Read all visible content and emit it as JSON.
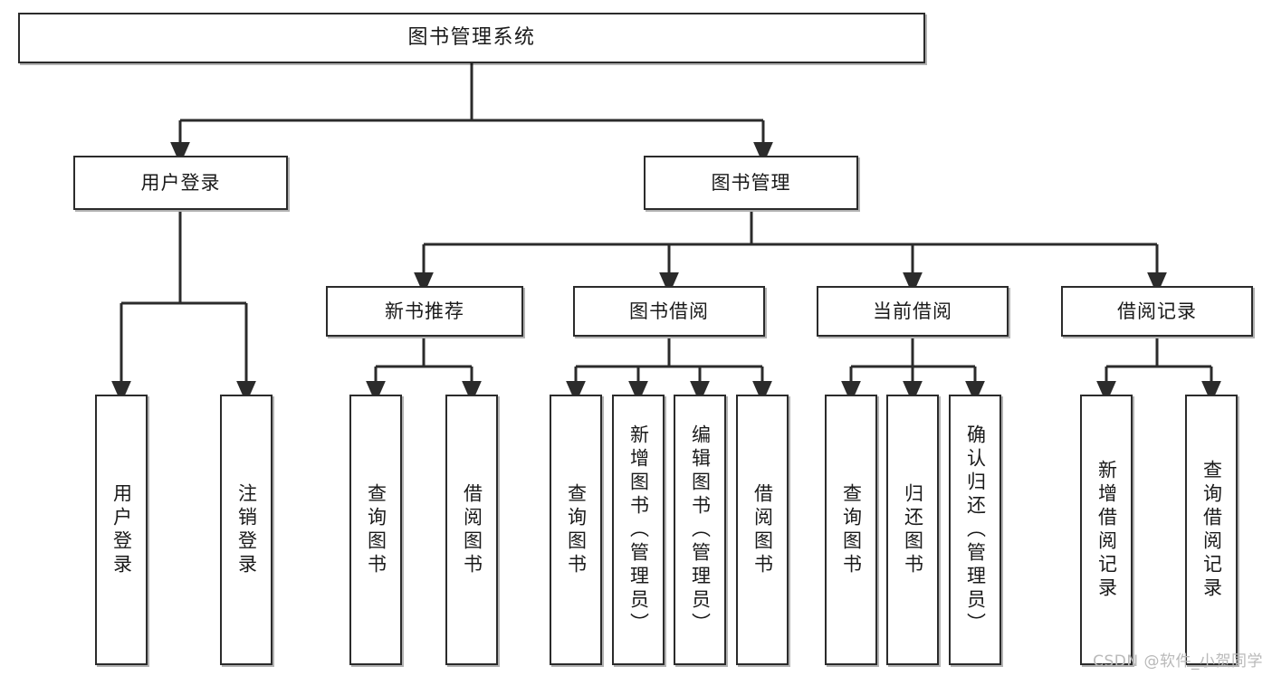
{
  "diagram": {
    "title": "图书管理系统",
    "type": "tree",
    "watermark": "CSDN @软件_小贺同学",
    "colors": {
      "node_border": "#2b2b2b",
      "node_fill": "#ffffff",
      "edge": "#2b2b2b",
      "watermark": "#b9b9b9",
      "background": "#ffffff"
    },
    "nodes": {
      "root": {
        "label": "图书管理系统"
      },
      "level1": [
        {
          "id": "user_login",
          "label": "用户登录"
        },
        {
          "id": "book_manage",
          "label": "图书管理"
        }
      ],
      "level2": [
        {
          "id": "new_book_rec",
          "label": "新书推荐"
        },
        {
          "id": "book_borrow",
          "label": "图书借阅"
        },
        {
          "id": "current_borrow",
          "label": "当前借阅"
        },
        {
          "id": "borrow_record",
          "label": "借阅记录"
        }
      ],
      "leaves": {
        "user_login": [
          {
            "id": "leaf_user_login",
            "label": "用户登录"
          },
          {
            "id": "leaf_logout",
            "label": "注销登录"
          }
        ],
        "new_book_rec": [
          {
            "id": "leaf_query_book_1",
            "label": "查询图书"
          },
          {
            "id": "leaf_borrow_book_1",
            "label": "借阅图书"
          }
        ],
        "book_borrow": [
          {
            "id": "leaf_query_book_2",
            "label": "查询图书"
          },
          {
            "id": "leaf_add_book",
            "label": "新增图书（管理员）"
          },
          {
            "id": "leaf_edit_book",
            "label": "编辑图书（管理员）"
          },
          {
            "id": "leaf_borrow_book_2",
            "label": "借阅图书"
          }
        ],
        "current_borrow": [
          {
            "id": "leaf_query_book_3",
            "label": "查询图书"
          },
          {
            "id": "leaf_return_book",
            "label": "归还图书"
          },
          {
            "id": "leaf_confirm_return",
            "label": "确认归还（管理员）"
          }
        ],
        "borrow_record": [
          {
            "id": "leaf_add_record",
            "label": "新增借阅记录"
          },
          {
            "id": "leaf_query_record",
            "label": "查询借阅记录"
          }
        ]
      }
    }
  }
}
